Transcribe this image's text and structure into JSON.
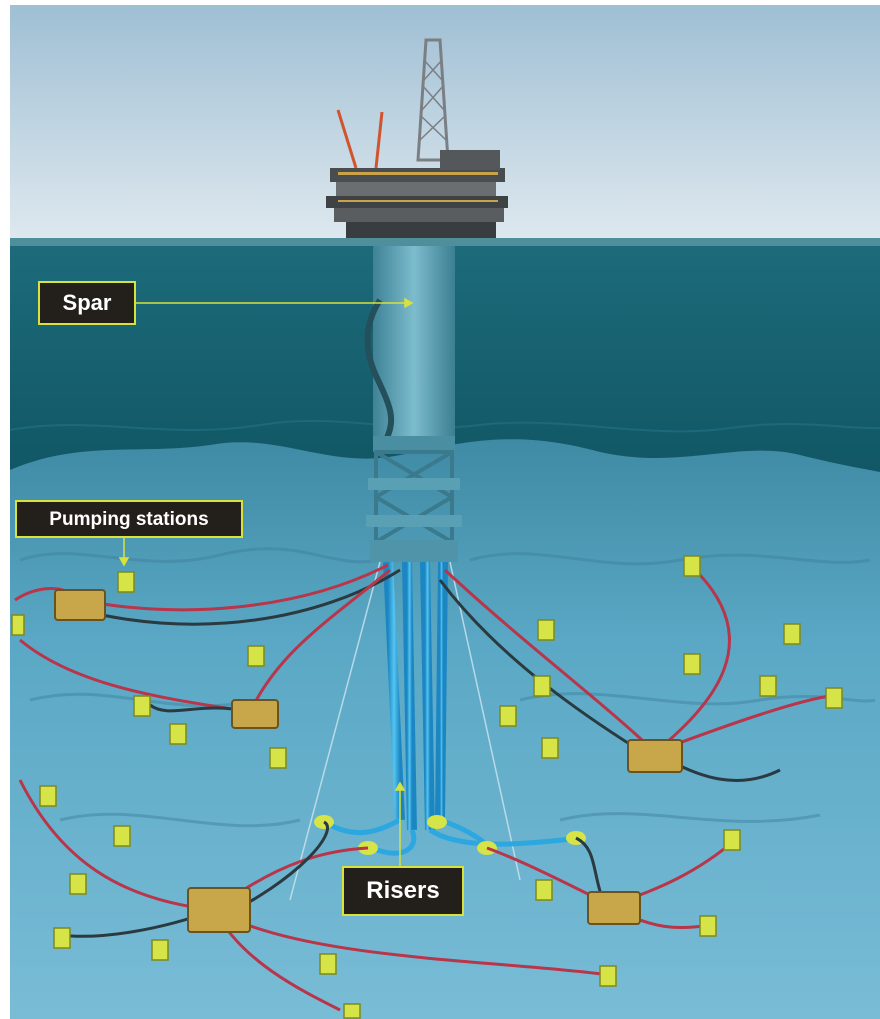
{
  "labels": {
    "spar": "Spar",
    "pumping_stations": "Pumping stations",
    "risers": "Risers"
  },
  "colors": {
    "sky_top": "#a9c4d8",
    "sky_bottom": "#d9e6ee",
    "water_surface": "#1e6f80",
    "water_deep": "#0f5563",
    "seabed": "#5aa9c6",
    "spar_hull": "#5fa3b8",
    "riser": "#2da7e0",
    "flowline_red": "#b8354a",
    "flowline_dark": "#2a3a40",
    "wellhead": "#d6e447",
    "label_bg": "#231f1a",
    "label_border": "#d8e23a",
    "leader_line": "#d8e23a"
  },
  "icons": [
    "oil-platform-topsides",
    "drilling-derrick",
    "crane",
    "spar-hull",
    "riser-pipe",
    "wellhead",
    "manifold",
    "flowline"
  ]
}
